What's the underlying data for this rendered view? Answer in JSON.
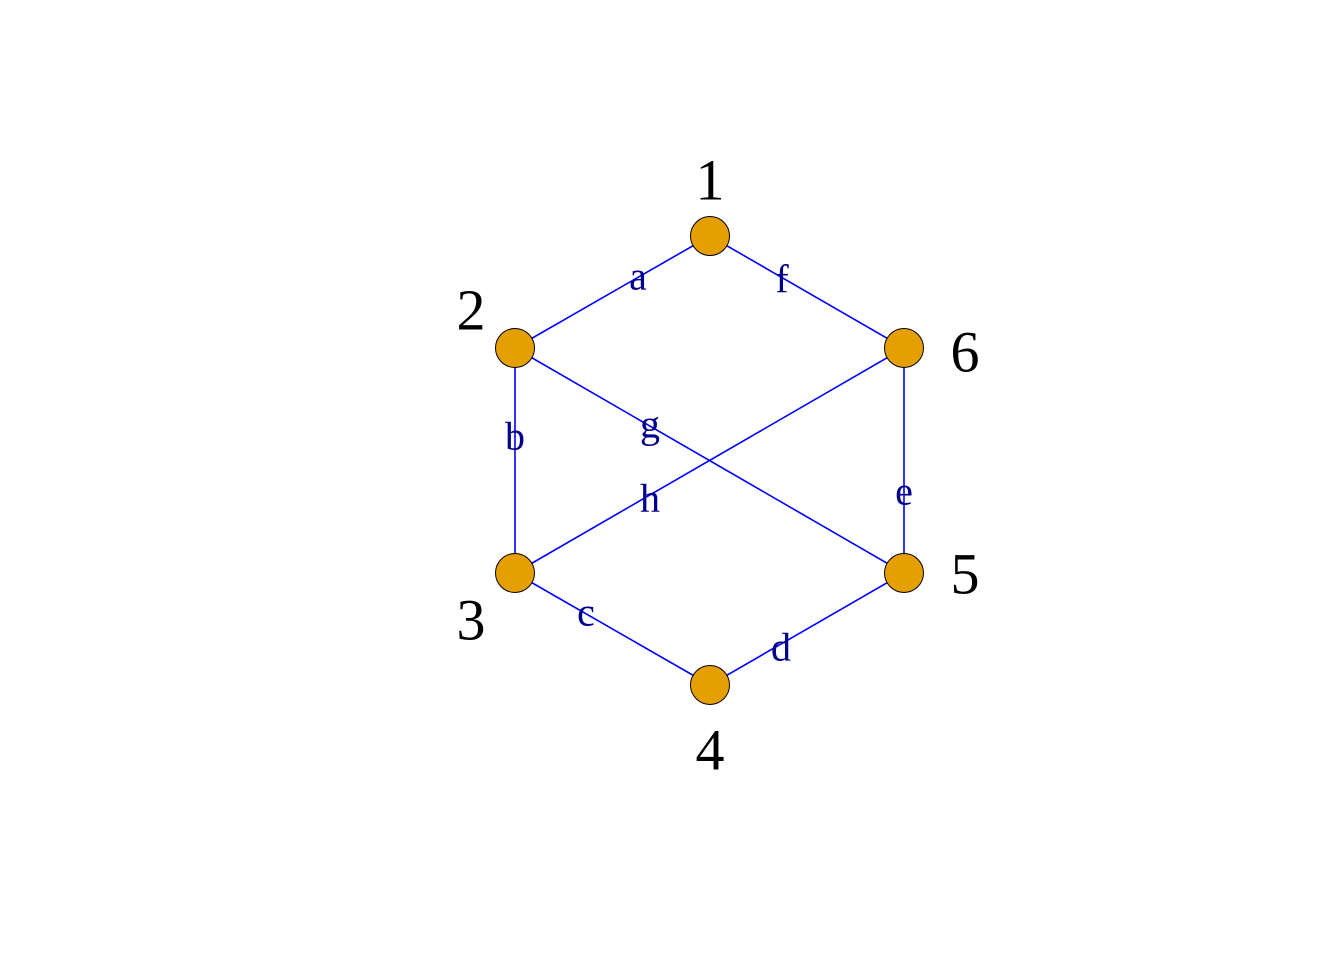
{
  "colors": {
    "background": "#ffffff",
    "vertex_fill": "#E69F00",
    "vertex_stroke": "#000000",
    "edge": "#0000FF",
    "edge_label": "#00008B",
    "vertex_label": "#000000"
  },
  "vertices": [
    {
      "id": "1",
      "label": "1"
    },
    {
      "id": "2",
      "label": "2"
    },
    {
      "id": "3",
      "label": "3"
    },
    {
      "id": "4",
      "label": "4"
    },
    {
      "id": "5",
      "label": "5"
    },
    {
      "id": "6",
      "label": "6"
    }
  ],
  "edges": [
    {
      "from": "1",
      "to": "2",
      "label": "a"
    },
    {
      "from": "2",
      "to": "3",
      "label": "b"
    },
    {
      "from": "3",
      "to": "4",
      "label": "c"
    },
    {
      "from": "4",
      "to": "5",
      "label": "d"
    },
    {
      "from": "5",
      "to": "6",
      "label": "e"
    },
    {
      "from": "1",
      "to": "6",
      "label": "f"
    },
    {
      "from": "2",
      "to": "5",
      "label": "g"
    },
    {
      "from": "3",
      "to": "6",
      "label": "h"
    }
  ]
}
